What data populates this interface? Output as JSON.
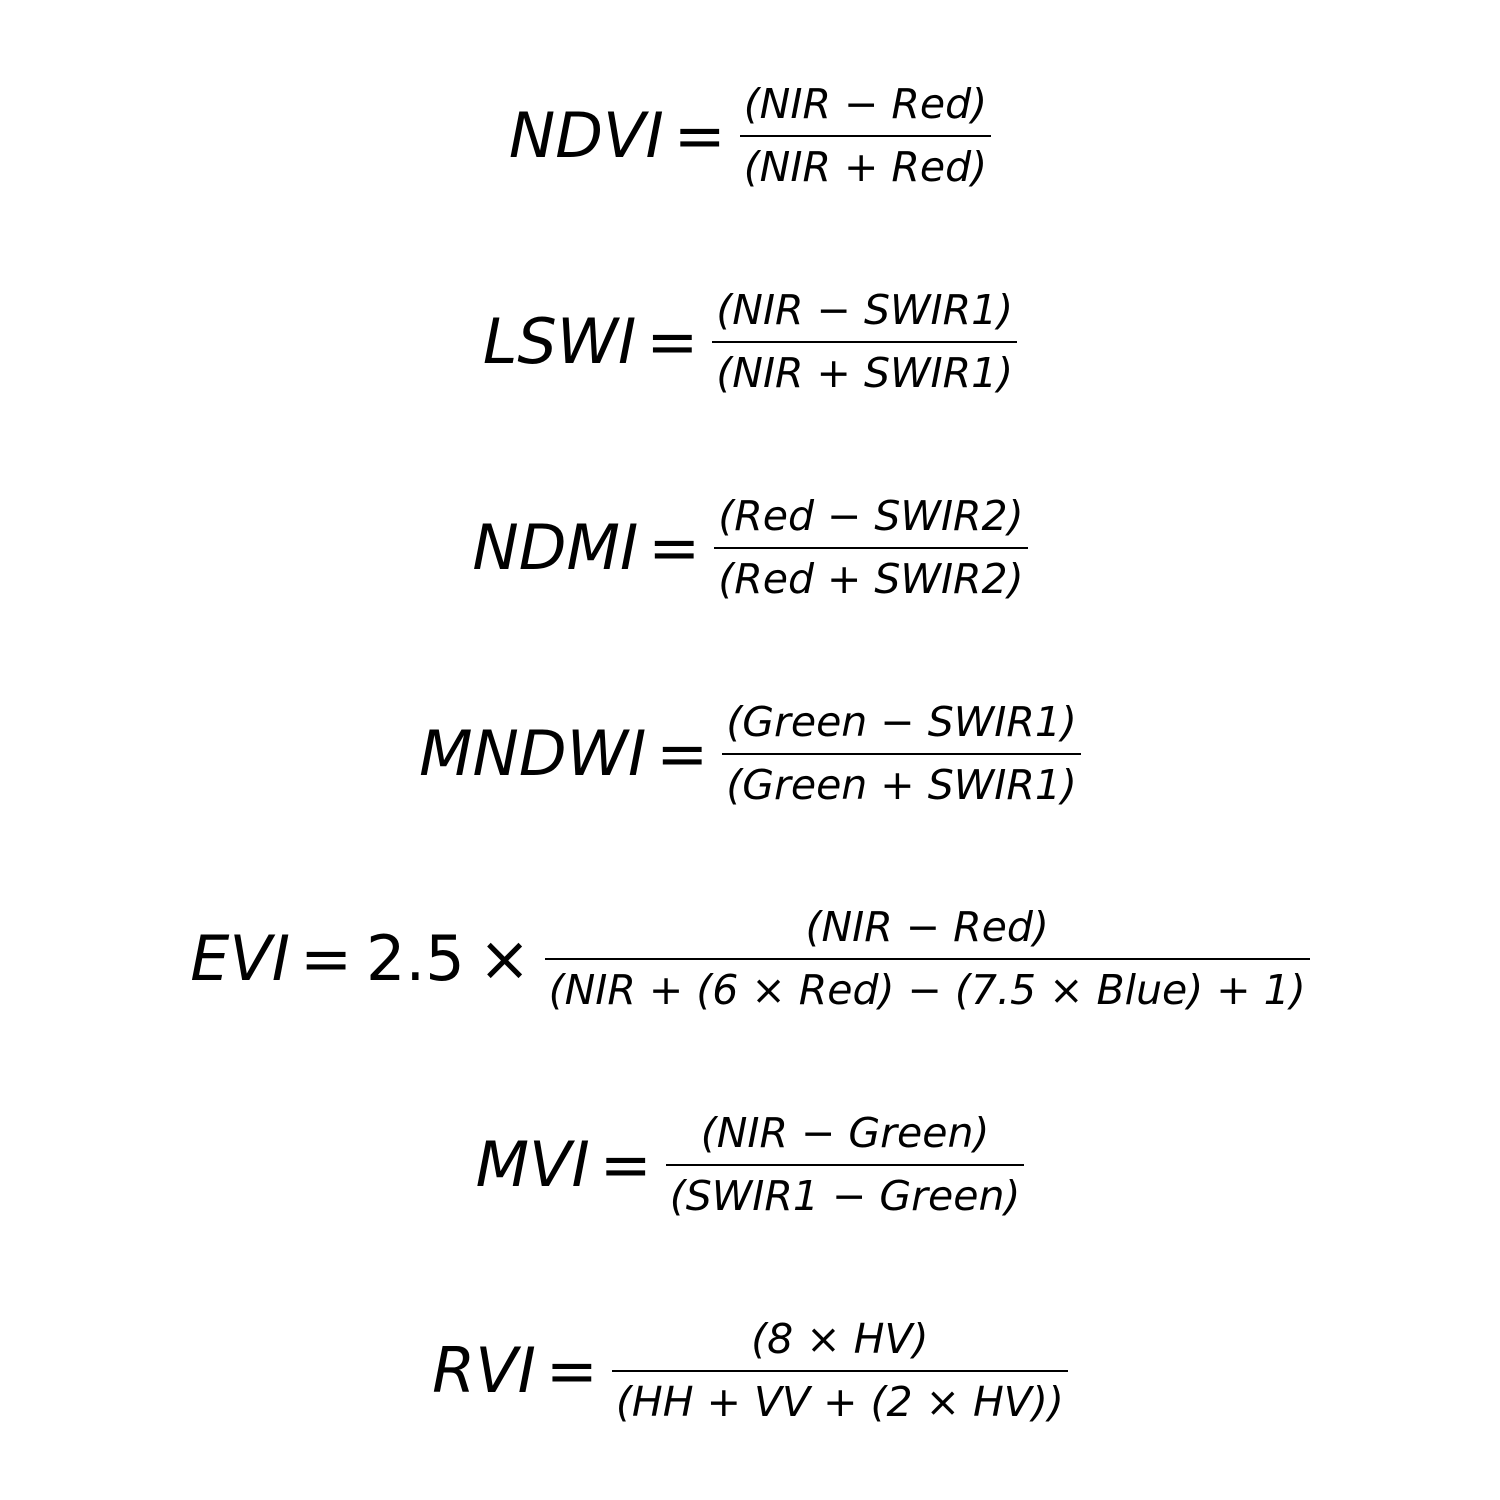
{
  "equations": [
    {
      "name": "NDVI",
      "lhs": "NDVI",
      "equals": "=",
      "numerator": "(NIR − Red)",
      "denominator": "(NIR + Red)"
    },
    {
      "name": "LSWI",
      "lhs": "LSWI",
      "equals": "=",
      "numerator": "(NIR − SWIR1)",
      "denominator": "(NIR + SWIR1)"
    },
    {
      "name": "NDMI",
      "lhs": "NDMI",
      "equals": "=",
      "numerator": "(Red − SWIR2)",
      "denominator": "(Red + SWIR2)"
    },
    {
      "name": "MNDWI",
      "lhs": "MNDWI",
      "equals": "=",
      "numerator": "(Green − SWIR1)",
      "denominator": "(Green + SWIR1)"
    },
    {
      "name": "EVI",
      "lhs": "EVI",
      "equals": "=",
      "coefficient": "2.5",
      "times": "×",
      "numerator": "(NIR − Red)",
      "denominator": "(NIR + (6 × Red) − (7.5 × Blue) + 1)"
    },
    {
      "name": "MVI",
      "lhs": "MVI",
      "equals": "=",
      "numerator": "(NIR − Green)",
      "denominator": "(SWIR1 − Green)"
    },
    {
      "name": "RVI",
      "lhs": "RVI",
      "equals": "=",
      "numerator": "(8 × HV)",
      "denominator": "(HH + VV + (2 × HV))"
    }
  ]
}
